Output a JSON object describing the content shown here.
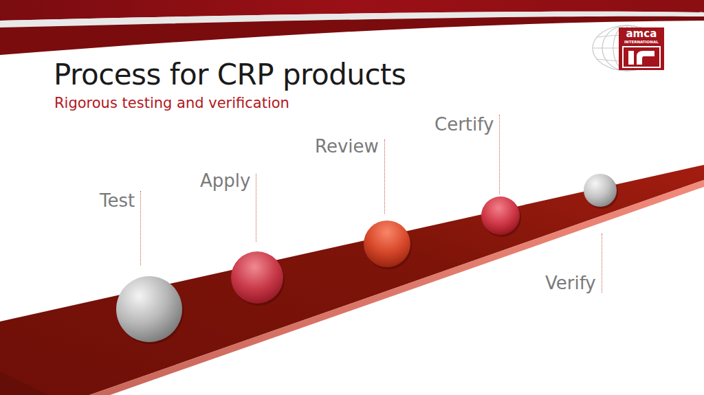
{
  "diagram": {
    "title": "Process for CRP products",
    "nodes": [
      {
        "text": [
          "Test"
        ]
      },
      {
        "text": [
          "Apply"
        ]
      },
      {
        "text": [
          "Review"
        ]
      },
      {
        "text": [
          "Certify"
        ]
      },
      {
        "text": [
          "Verify"
        ]
      }
    ],
    "labels": [
      "Rigorous testing and verification",
      "amca",
      "INTERNATIONAL"
    ]
  }
}
